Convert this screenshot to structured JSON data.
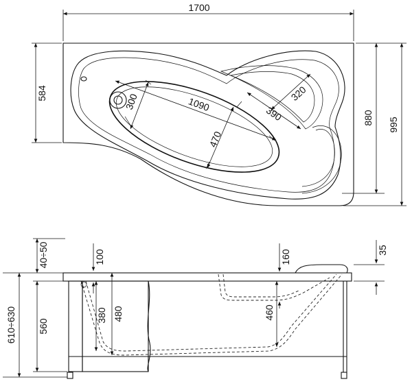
{
  "top_view": {
    "overall_length": "1700",
    "overall_width": "995",
    "right_depth": "880",
    "left_depth": "584",
    "basin_length": "1090",
    "basin_width": "470",
    "headrest_diameter": "300",
    "seat_depth": "390",
    "seat_width": "320"
  },
  "side_view": {
    "feet_adjust": "40÷50",
    "total_height": "610÷630",
    "apron_height": "560",
    "rim_offset": "100",
    "inner_depth_left": "380",
    "inner_depth_main": "480",
    "seat_height": "160",
    "inner_depth_right": "460",
    "rim_thickness": "35"
  }
}
